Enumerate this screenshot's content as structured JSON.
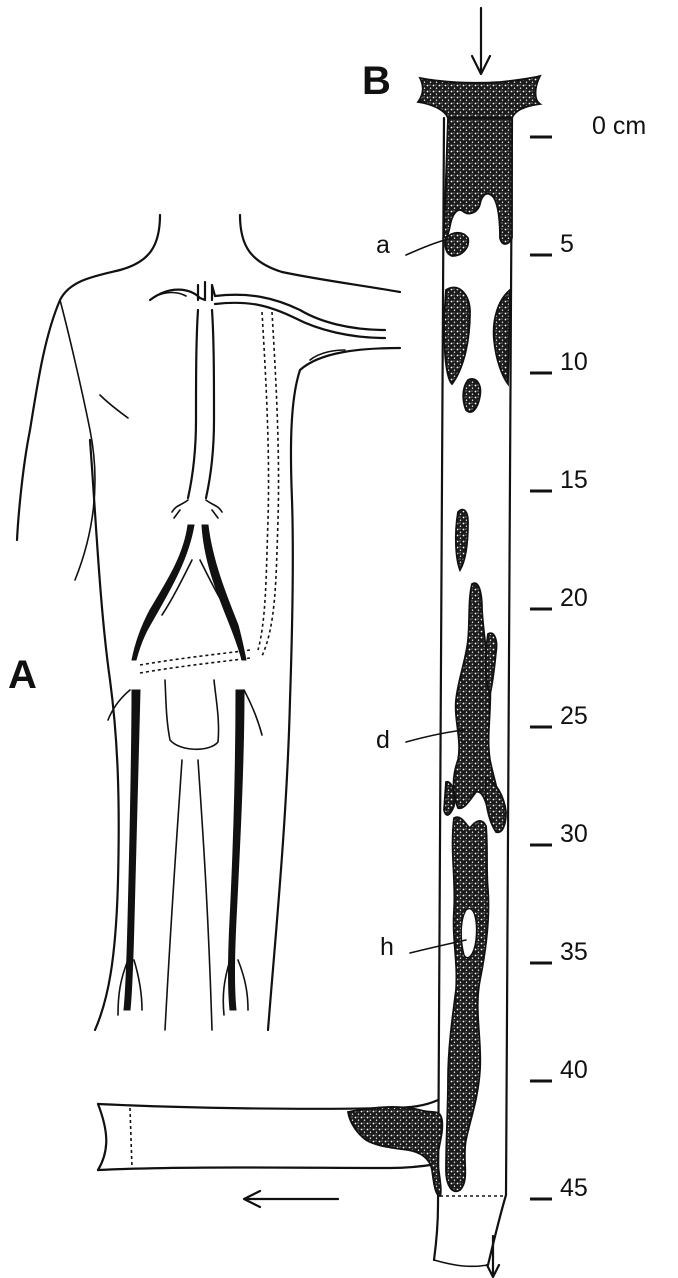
{
  "panels": {
    "a": "A",
    "b": "B"
  },
  "scale": {
    "ticks": [
      "0 cm",
      "5",
      "10",
      "15",
      "20",
      "25",
      "30",
      "35",
      "40",
      "45"
    ]
  },
  "callouts": {
    "a": "a",
    "d": "d",
    "h": "h"
  },
  "colors": {
    "ink": "#111111",
    "background": "#ffffff"
  },
  "icons": {
    "inflow": "arrow-down-icon",
    "outflow_left": "arrow-left-icon",
    "outflow_down": "arrow-down-icon"
  }
}
